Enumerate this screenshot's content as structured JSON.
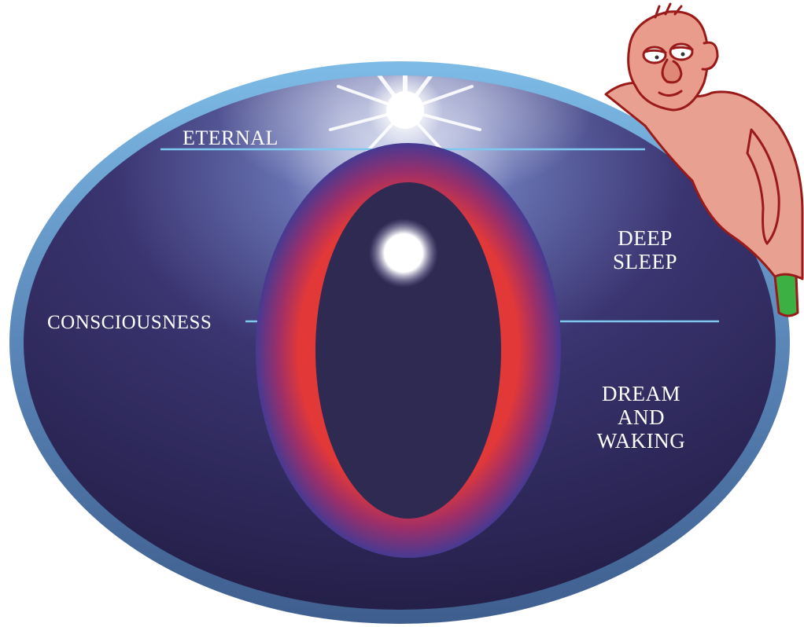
{
  "labels": {
    "eternal": "ETERNAL",
    "consciousness": "CONSCIOUSNESS",
    "deep_sleep": [
      "DEEP",
      "SLEEP"
    ],
    "dream_and_waking": [
      "DREAM",
      "AND",
      "WAKING"
    ]
  },
  "colors": {
    "outer_rim": "#6aa8d8",
    "background_deep": "#2a2450",
    "inner_ring": "#e03a3a",
    "inner_core": "#2f2a52",
    "divider_line": "#7ec8f0",
    "light_burst": "#ffffff",
    "character_skin": "#e89a8a",
    "character_outline": "#9a1a1a",
    "character_pants": "#3cb043"
  },
  "decorations": {
    "character": "cartoon-bald-man-icon",
    "burst": "light-burst-icon",
    "orb": "glowing-orb-icon"
  }
}
